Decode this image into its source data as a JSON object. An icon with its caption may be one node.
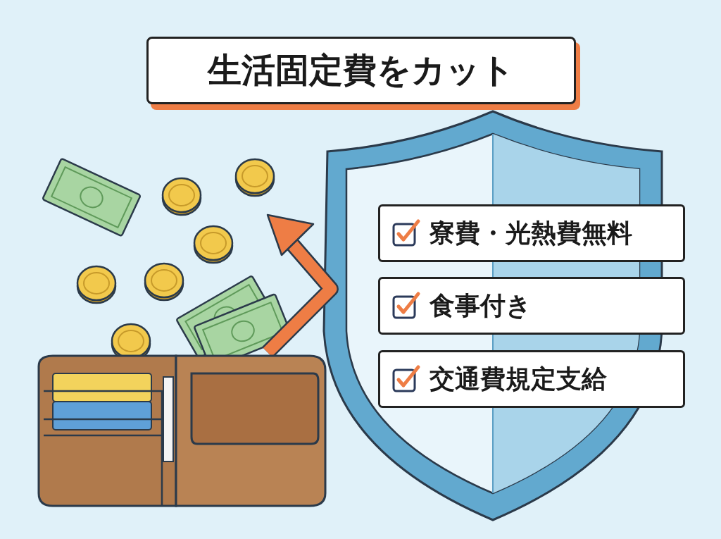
{
  "diagram": {
    "title": "生活固定費をカット",
    "nodes": [
      {
        "text": [
          "寮費・光熱費無料"
        ]
      },
      {
        "text": [
          "食事付き"
        ]
      },
      {
        "text": [
          "交通費規定支給"
        ]
      }
    ]
  }
}
